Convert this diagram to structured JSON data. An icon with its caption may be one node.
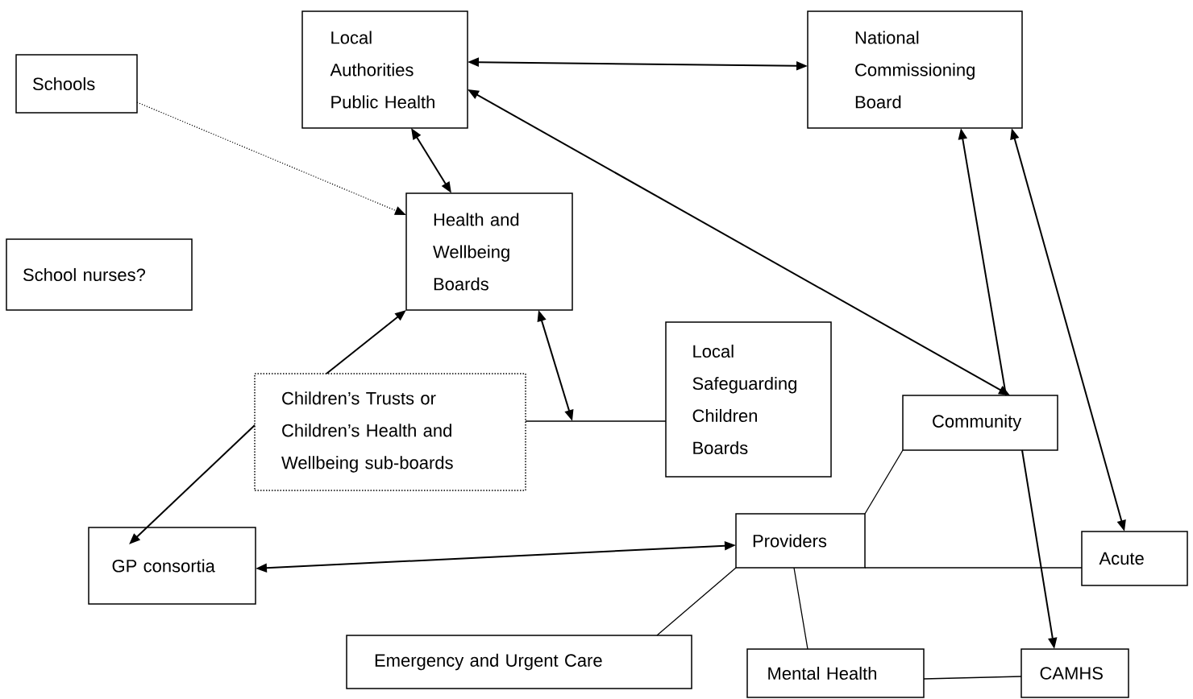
{
  "diagram": {
    "nodes": [
      {
        "text": [
          "Schools"
        ]
      },
      {
        "text": [
          "Local Authorities Public Health"
        ]
      },
      {
        "text": [
          "National Commissioning Board"
        ]
      },
      {
        "text": [
          "School nurses?"
        ]
      },
      {
        "text": [
          "Health and Wellbeing Boards"
        ]
      },
      {
        "text": [
          "Children’s Trusts or Children’s Health and Wellbeing sub-boards"
        ]
      },
      {
        "text": [
          "Local Safeguarding Children Boards"
        ]
      },
      {
        "text": [
          "Community"
        ]
      },
      {
        "text": [
          "GP consortia"
        ]
      },
      {
        "text": [
          "Providers"
        ]
      },
      {
        "text": [
          "Acute"
        ]
      },
      {
        "text": [
          "Emergency and Urgent Care"
        ]
      },
      {
        "text": [
          "Mental Health"
        ]
      },
      {
        "text": [
          "CAMHS"
        ]
      }
    ],
    "edges": [
      {
        "from": 1,
        "to": 2,
        "arrow": "both"
      },
      {
        "from": 1,
        "to": 7,
        "arrow": "both"
      },
      {
        "from": 0,
        "to": 4,
        "arrow": "to",
        "style": "dashed"
      },
      {
        "from": 1,
        "to": 4,
        "arrow": "both"
      },
      {
        "from": 5,
        "to": 4,
        "arrow": "to"
      },
      {
        "from": 5,
        "to": 8,
        "arrow": "to"
      },
      {
        "from": 4,
        "to": null,
        "arrow": "both"
      },
      {
        "from": 5,
        "to": 6,
        "arrow": "none"
      },
      {
        "from": 7,
        "to": 2,
        "arrow": "to"
      },
      {
        "from": 2,
        "to": 10,
        "arrow": "both"
      },
      {
        "from": 7,
        "to": 13,
        "arrow": "to"
      },
      {
        "from": 8,
        "to": 9,
        "arrow": "both"
      },
      {
        "from": 9,
        "to": 7,
        "arrow": "none"
      },
      {
        "from": 9,
        "to": 10,
        "arrow": "none"
      },
      {
        "from": 9,
        "to": 11,
        "arrow": "none"
      },
      {
        "from": 9,
        "to": 12,
        "arrow": "none"
      },
      {
        "from": 12,
        "to": 13,
        "arrow": "none"
      }
    ]
  }
}
